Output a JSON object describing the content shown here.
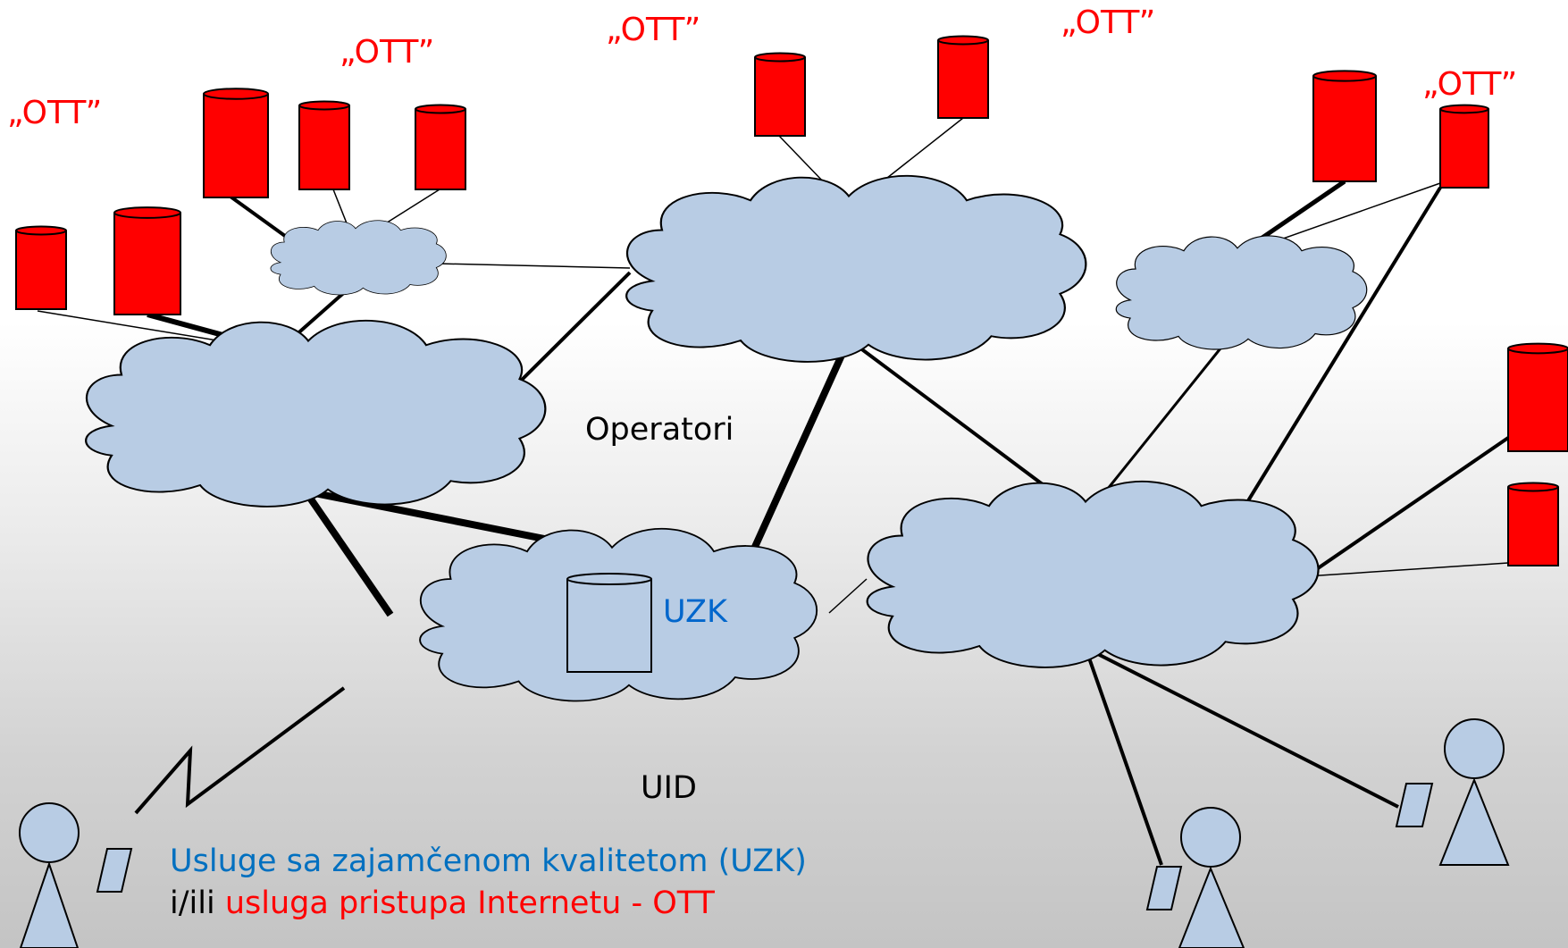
{
  "title": "",
  "labels": {
    "ott": "„OTT”",
    "operatori": "Operatori",
    "uzk": "UZK",
    "uid": "UID"
  },
  "caption": {
    "line1": "Usluge sa zajamčenom kvalitetom (UZK)",
    "line2_prefix": "i/ili ",
    "line2_highlight": "usluga pristupa Internetu - OTT"
  },
  "colors": {
    "ott_server": "#ff0000",
    "cloud_fill": "#b8cce4",
    "link": "#000000",
    "uzk_text": "#0066cc",
    "caption_blue": "#0070c0",
    "caption_red": "#ff0000"
  },
  "icons": [
    "server-cylinder-icon",
    "cloud-icon",
    "user-icon",
    "device-icon",
    "wireless-link-icon"
  ]
}
